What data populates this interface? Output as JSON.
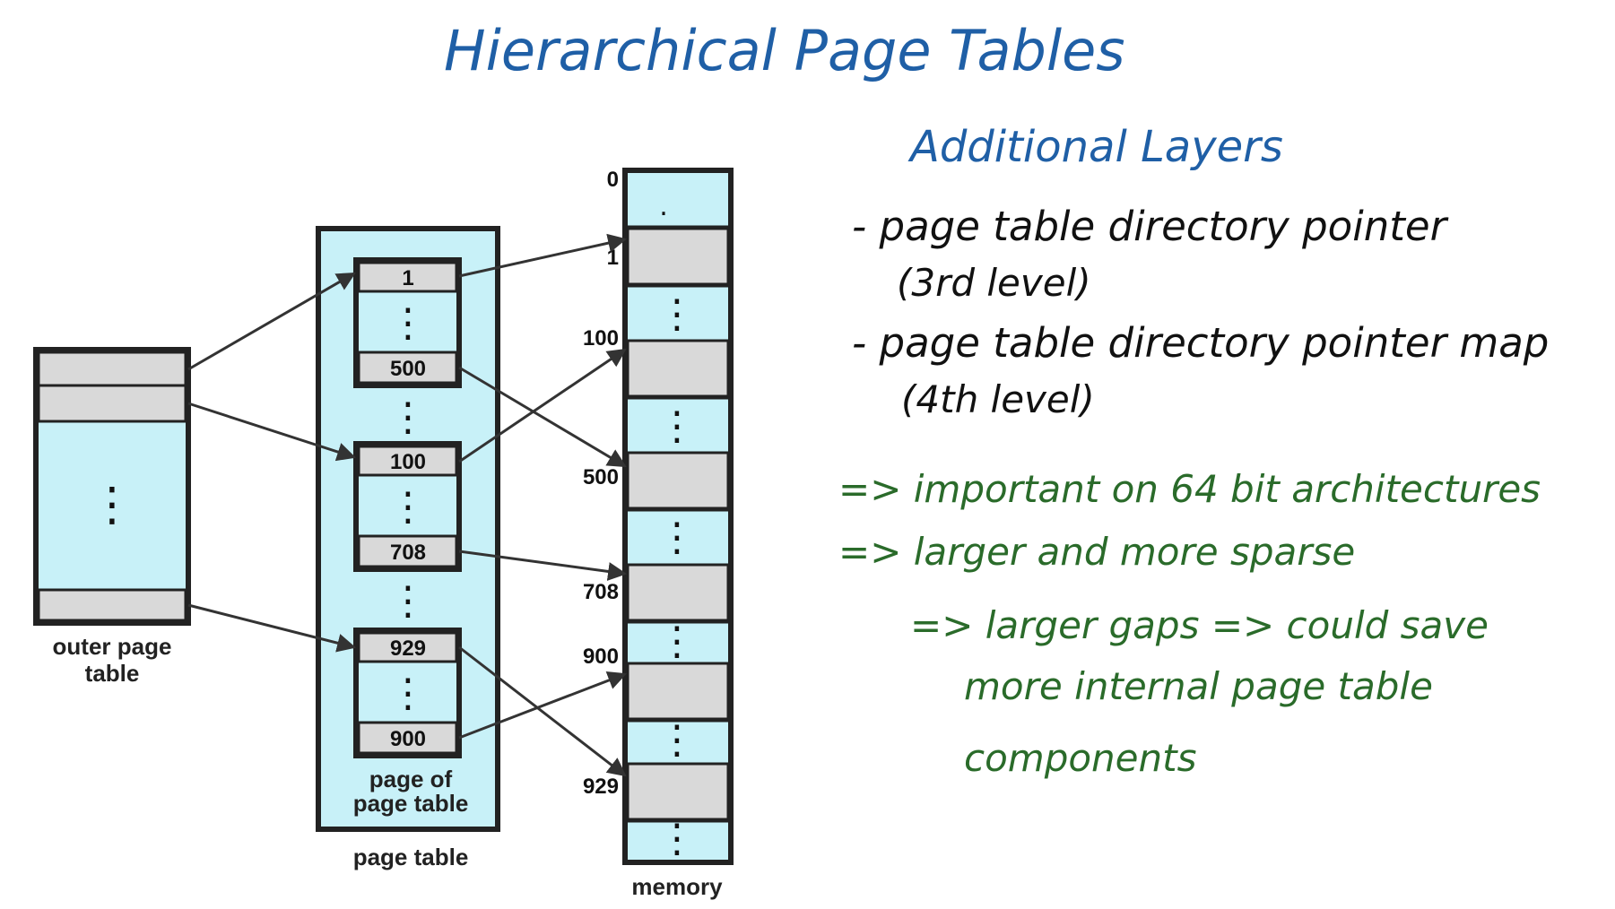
{
  "title": "Hierarchical Page Tables",
  "notes": {
    "heading": "Additional Layers",
    "bullet1_line1": "- page table directory pointer",
    "bullet1_line2": "(3rd level)",
    "bullet2_line1": "- page table directory pointer map",
    "bullet2_line2": "(4th level)",
    "point1": "=> important on 64 bit architectures",
    "point2": "=> larger and more sparse",
    "point3_line1": "=> larger gaps => could save",
    "point3_line2": "more internal page table",
    "point3_line3": "components"
  },
  "diagram": {
    "outer_label_line1": "outer page",
    "outer_label_line2": "table",
    "inner_label_line1": "page of",
    "inner_label_line2": "page table",
    "page_table_label": "page table",
    "memory_label": "memory",
    "entries": {
      "e1": "1",
      "e500": "500",
      "e100": "100",
      "e708": "708",
      "e929": "929",
      "e900": "900"
    },
    "memory_addresses": {
      "a0": "0",
      "a1": "1",
      "a100": "100",
      "a500": "500",
      "a708": "708",
      "a900": "900",
      "a929": "929"
    },
    "ellipsis": "⋮",
    "dot": "."
  },
  "colors": {
    "title": "#1f5fa6",
    "heading": "#1f5fa6",
    "bullets": "#111111",
    "points": "#2a6b2a",
    "cyan": "#c8f1f8",
    "gray": "#d9d9d9"
  }
}
